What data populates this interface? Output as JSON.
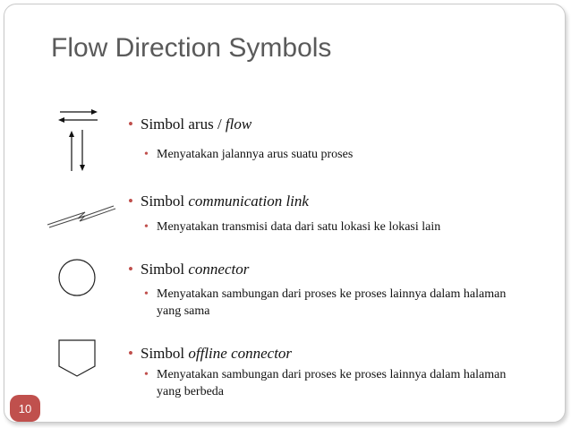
{
  "title": "Flow Direction Symbols",
  "page_number": "10",
  "accent_color": "#c0504d",
  "items": [
    {
      "icon": "flow-arrows-icon",
      "heading_prefix": "Simbol arus / ",
      "heading_italic": "flow",
      "description": "Menyatakan jalannya arus suatu proses"
    },
    {
      "icon": "communication-link-icon",
      "heading_prefix": "Simbol ",
      "heading_italic": "communication link",
      "description": "Menyatakan transmisi data dari satu lokasi ke lokasi lain"
    },
    {
      "icon": "connector-circle-icon",
      "heading_prefix": "Simbol ",
      "heading_italic": "connector",
      "description": "Menyatakan sambungan dari proses ke proses lainnya dalam halaman yang sama"
    },
    {
      "icon": "offline-connector-icon",
      "heading_prefix": "Simbol ",
      "heading_italic": "offline connector",
      "description": "Menyatakan sambungan dari proses ke proses lainnya dalam halaman yang berbeda"
    }
  ]
}
